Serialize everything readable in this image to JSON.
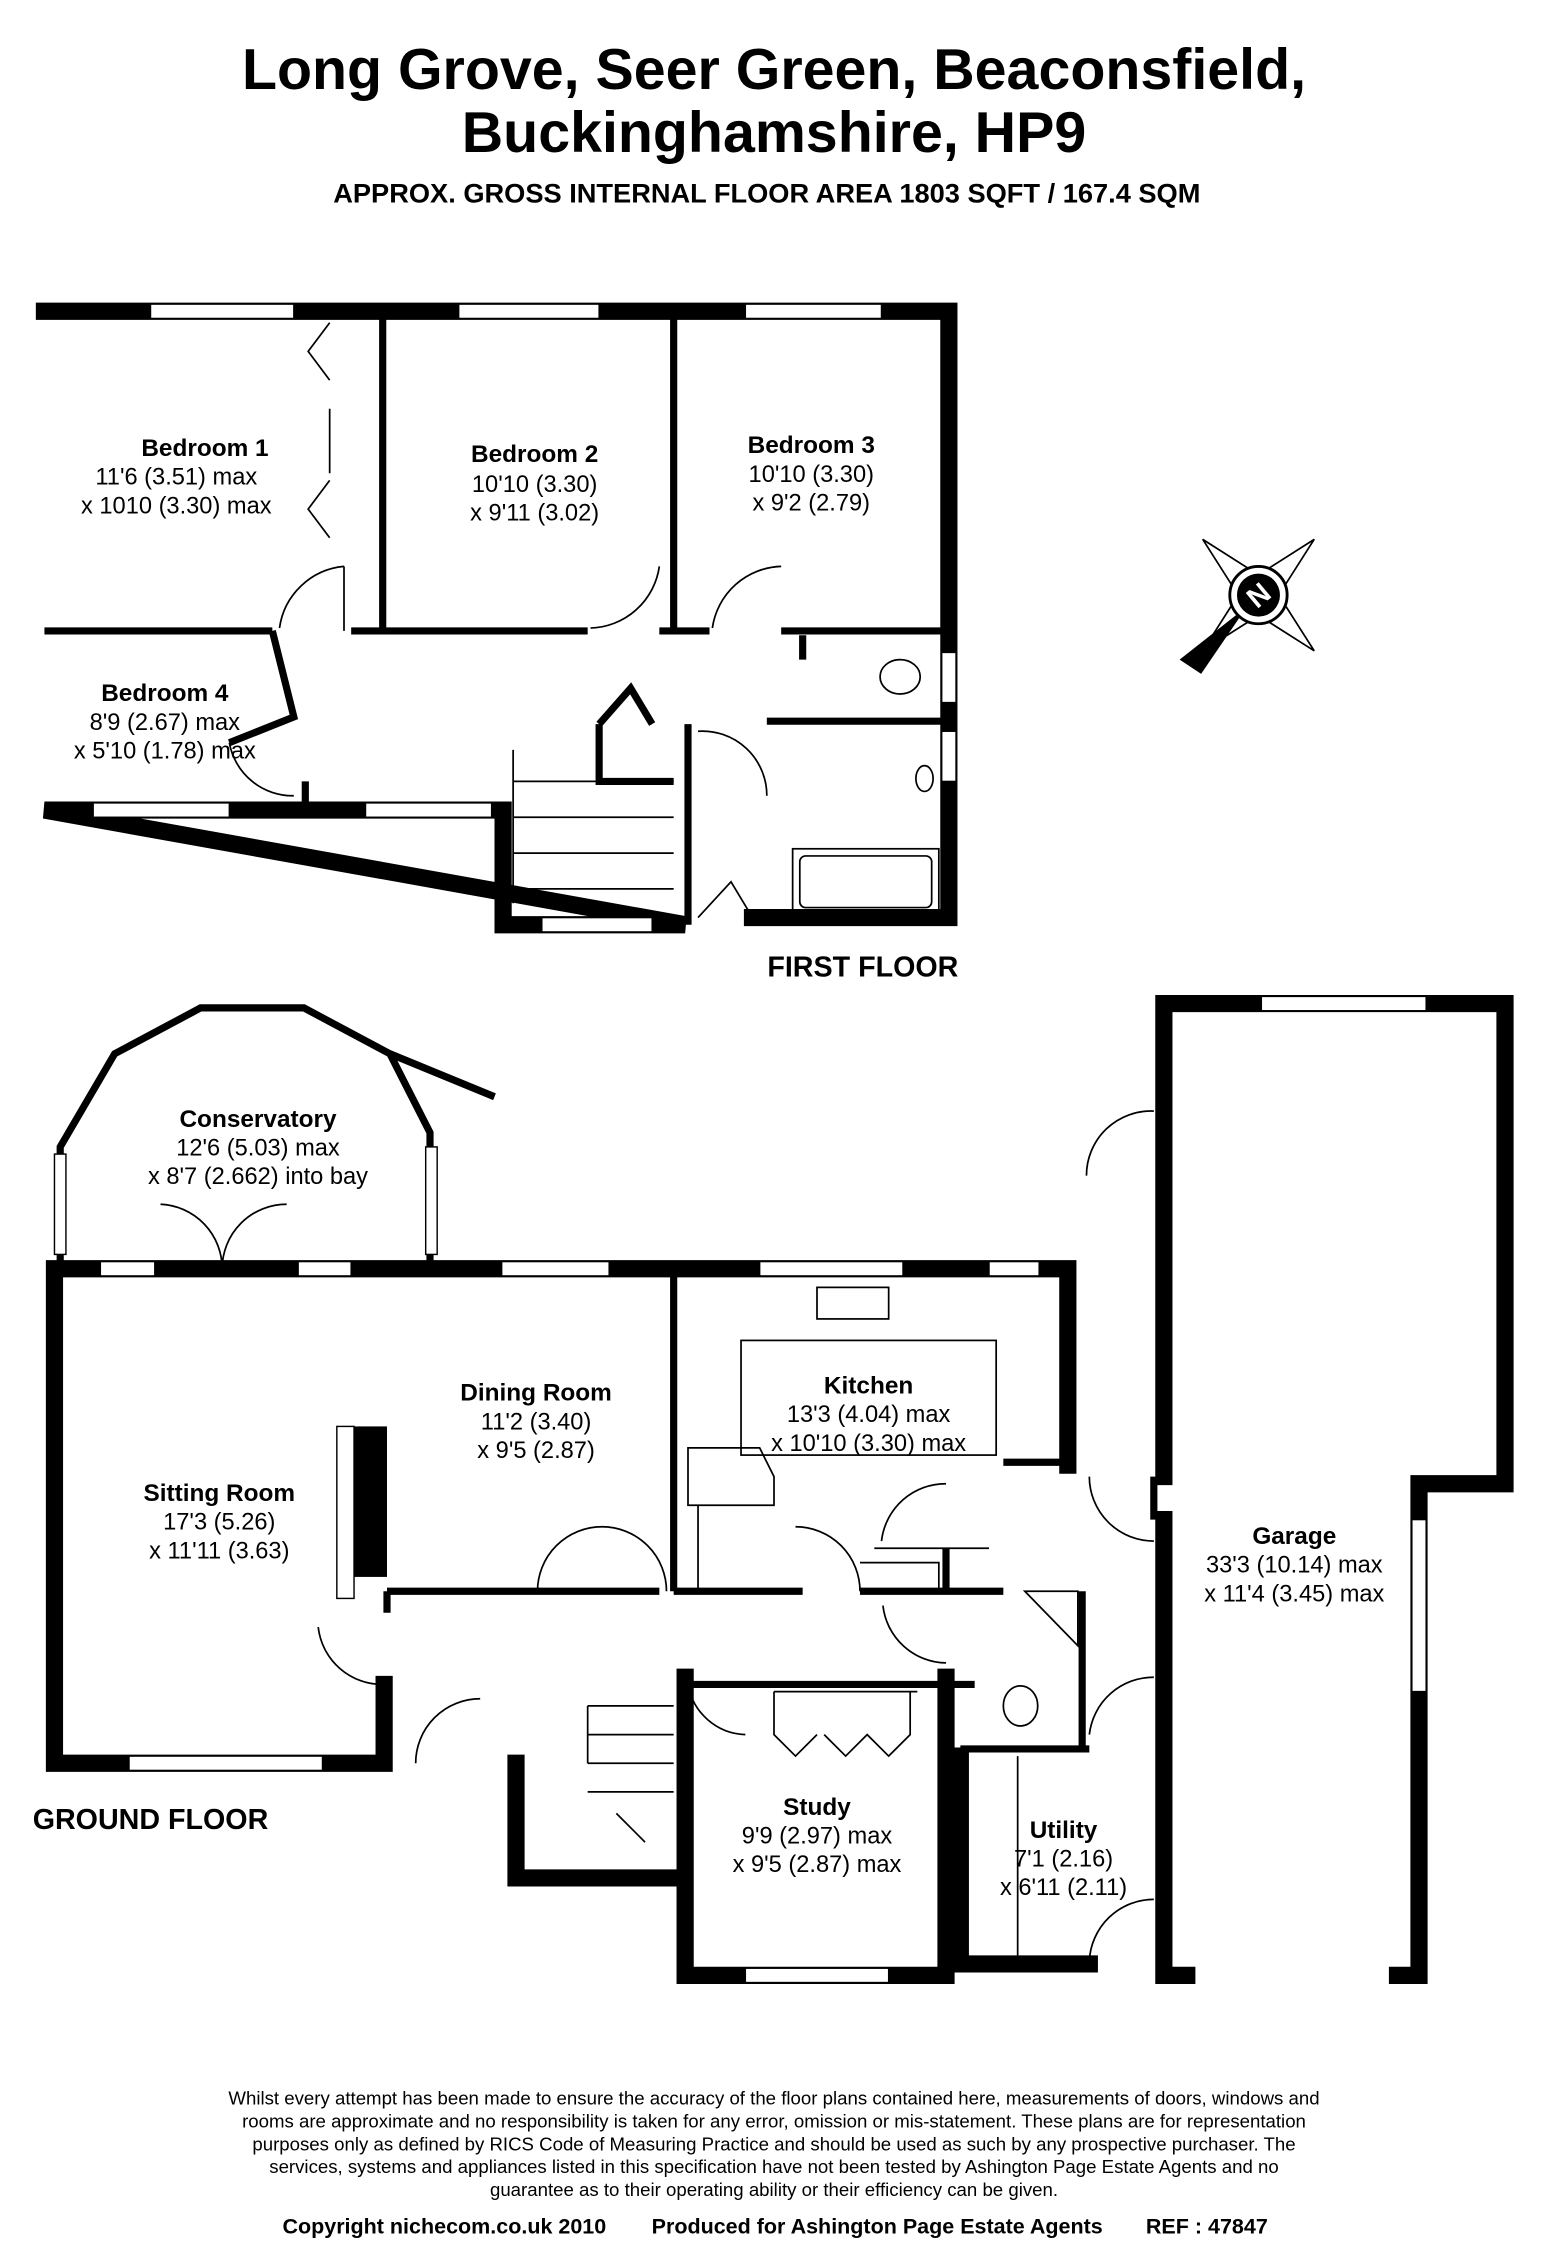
{
  "header": {
    "title_line1": "Long Grove, Seer Green, Beaconsfield,",
    "title_line2": "Buckinghamshire, HP9",
    "floor_area": "APPROX. GROSS INTERNAL FLOOR AREA 1803 SQFT / 167.4 SQM"
  },
  "first_floor": {
    "label": "FIRST FLOOR",
    "rooms": [
      {
        "name": "Bedroom 1",
        "dim1": "11'6 (3.51) max",
        "dim2": "x 1010 (3.30) max"
      },
      {
        "name": "Bedroom 2",
        "dim1": "10'10 (3.30)",
        "dim2": "x 9'11 (3.02)"
      },
      {
        "name": "Bedroom 3",
        "dim1": "10'10 (3.30)",
        "dim2": "x 9'2 (2.79)"
      },
      {
        "name": "Bedroom 4",
        "dim1": "8'9 (2.67) max",
        "dim2": "x 5'10 (1.78) max"
      }
    ]
  },
  "ground_floor": {
    "label": "GROUND FLOOR",
    "rooms": [
      {
        "name": "Conservatory",
        "dim1": "12'6 (5.03) max",
        "dim2": "x 8'7 (2.662) into bay"
      },
      {
        "name": "Dining Room",
        "dim1": "11'2 (3.40)",
        "dim2": "x 9'5 (2.87)"
      },
      {
        "name": "Kitchen",
        "dim1": "13'3 (4.04) max",
        "dim2": "x 10'10 (3.30) max"
      },
      {
        "name": "Sitting Room",
        "dim1": "17'3 (5.26)",
        "dim2": "x 11'11 (3.63)"
      },
      {
        "name": "Garage",
        "dim1": "33'3 (10.14) max",
        "dim2": "x 11'4 (3.45) max"
      },
      {
        "name": "Study",
        "dim1": "9'9 (2.97) max",
        "dim2": "x 9'5 (2.87) max"
      },
      {
        "name": "Utility",
        "dim1": "7'1 (2.16)",
        "dim2": "x 6'11 (2.11)"
      }
    ]
  },
  "compass": {
    "label": "N"
  },
  "footer": {
    "disclaimer": [
      "Whilst every attempt has been made to ensure the accuracy of the floor plans contained here, measurements of doors, windows and",
      "rooms are approximate and no responsibility is taken for any error, omission or mis-statement.  These plans are for representation",
      "purposes only as defined by RICS Code of Measuring Practice and should be used as such by any prospective purchaser.  The",
      "services, systems and appliances listed in this specification have not been tested by Ashington Page Estate Agents and no",
      "guarantee as to their operating ability or their efficiency can be given."
    ],
    "copyright": "Copyright nichecom.co.uk 2010",
    "produced_for": "Produced for Ashington Page Estate Agents",
    "ref": "REF : 47847"
  }
}
